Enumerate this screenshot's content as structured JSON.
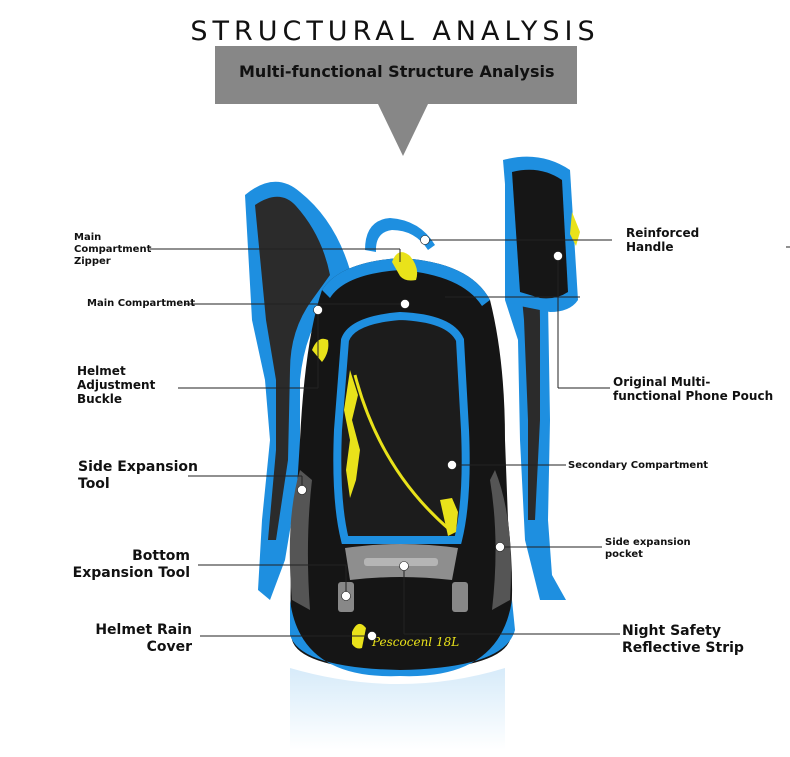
{
  "header": {
    "title": "STRUCTURAL ANALYSIS",
    "subtitle": "Multi-functional Structure Analysis"
  },
  "labels": {
    "main_zipper": "Main\nCompartment\nZipper",
    "main_compartment": "Main Compartment",
    "helmet_buckle": "Helmet\nAdjustment\nBuckle",
    "side_tool": "Side Expansion\nTool",
    "bottom_tool": "Bottom\nExpansion Tool",
    "rain_cover": "Helmet Rain\nCover",
    "reinforced_handle": "Reinforced\nHandle",
    "phone_pouch": "Original Multi-\nfunctional Phone Pouch",
    "secondary": "Secondary Compartment",
    "side_pocket": "Side expansion\npocket",
    "night_strip": "Night Safety\nReflective Strip"
  },
  "image": {
    "logo_text": "Pescocenl 18L"
  },
  "colors": {
    "banner": "#878787",
    "pack_black": "#151515",
    "trim_blue": "#1e8fe0",
    "accent_yellow": "#e9e21a",
    "mesh_gray": "#555555"
  }
}
